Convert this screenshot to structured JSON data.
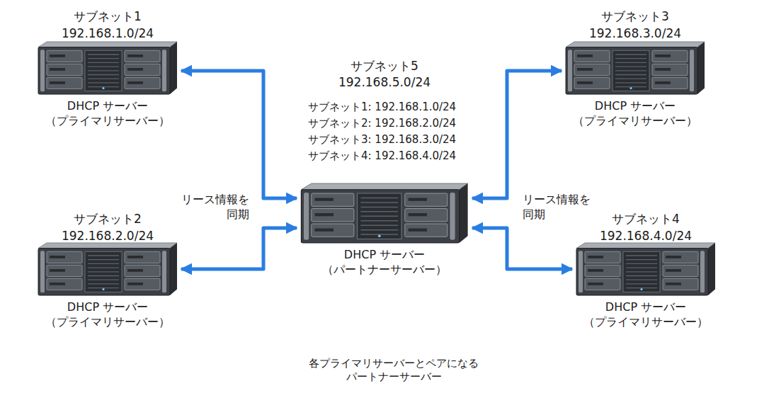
{
  "diagram": {
    "nodes": [
      {
        "text": [
          "サブネット1",
          "192.168.1.0/24"
        ]
      },
      {
        "text": [
          "DHCP サーバー （プライマリサーバー）"
        ],
        "in": 0
      },
      {
        "text": [
          "サブネット3",
          "192.168.3.0/24"
        ]
      },
      {
        "text": [
          "DHCP サーバー （プライマリサーバー）"
        ],
        "in": 2
      },
      {
        "text": [
          "サブネット5",
          "192.168.5.0/24",
          "サブネット1: 192.168.1.0/24",
          "サブネット2: 192.168.2.0/24",
          "サブネット3: 192.168.3.0/24",
          "サブネット4: 192.168.4.0/24"
        ]
      },
      {
        "text": [
          "DHCP サーバー （パートナーサーバー）"
        ],
        "in": 4
      },
      {
        "text": [
          "サブネット2",
          "192.168.2.0/24"
        ]
      },
      {
        "text": [
          "DHCP サーバー （プライマリサーバー）"
        ],
        "in": 6
      },
      {
        "text": [
          "サブネット4",
          "192.168.4.0/24"
        ]
      },
      {
        "text": [
          "DHCP サーバー （プライマリサーバー）"
        ],
        "in": 8
      },
      {
        "text": [
          "各プライマリサーバーとペアになる パートナーサーバー"
        ]
      }
    ],
    "edges": [
      {
        "from": 1,
        "to": 5,
        "arrow": "both"
      },
      {
        "from": 7,
        "to": 5,
        "arrow": "both"
      },
      {
        "from": 3,
        "to": 5,
        "arrow": "both"
      },
      {
        "from": 9,
        "to": 5,
        "arrow": "both"
      }
    ],
    "labels": [
      "リース情報を 同期",
      "リース情報を 同期"
    ]
  }
}
